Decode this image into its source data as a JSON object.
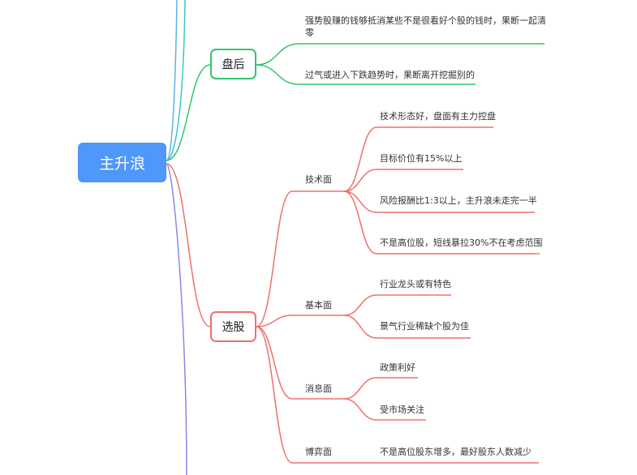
{
  "root": {
    "label": "主升浪"
  },
  "branches": {
    "panhou": {
      "label": "盘后",
      "items": [
        "强势股赚的钱够抵消某些不是很看好个股的钱时，果断一起清零",
        "过气或进入下跌趋势时，果断离开挖掘别的"
      ]
    },
    "xuangu": {
      "label": "选股",
      "groups": [
        {
          "label": "技术面",
          "items": [
            "技术形态好，盘面有主力控盘",
            "目标价位有15%以上",
            "风险报酬比1:3以上，主升浪未走完一半",
            "不是高位股，短线暴拉30%不在考虑范围"
          ]
        },
        {
          "label": "基本面",
          "items": [
            "行业龙头或有特色",
            "景气行业稀缺个股为佳"
          ]
        },
        {
          "label": "消息面",
          "items": [
            "政策利好",
            "受市场关注"
          ]
        },
        {
          "label": "博弈面",
          "items": [
            "不是高位股东增多，最好股东人数减少"
          ]
        }
      ]
    }
  },
  "colors": {
    "root": "#4f97f9",
    "panhou": "#2ec66b",
    "xuangu": "#f0706a",
    "blue_line": "#5ab4e6",
    "purple_line": "#8d86e8",
    "cyan_line": "#3fc4c9"
  }
}
